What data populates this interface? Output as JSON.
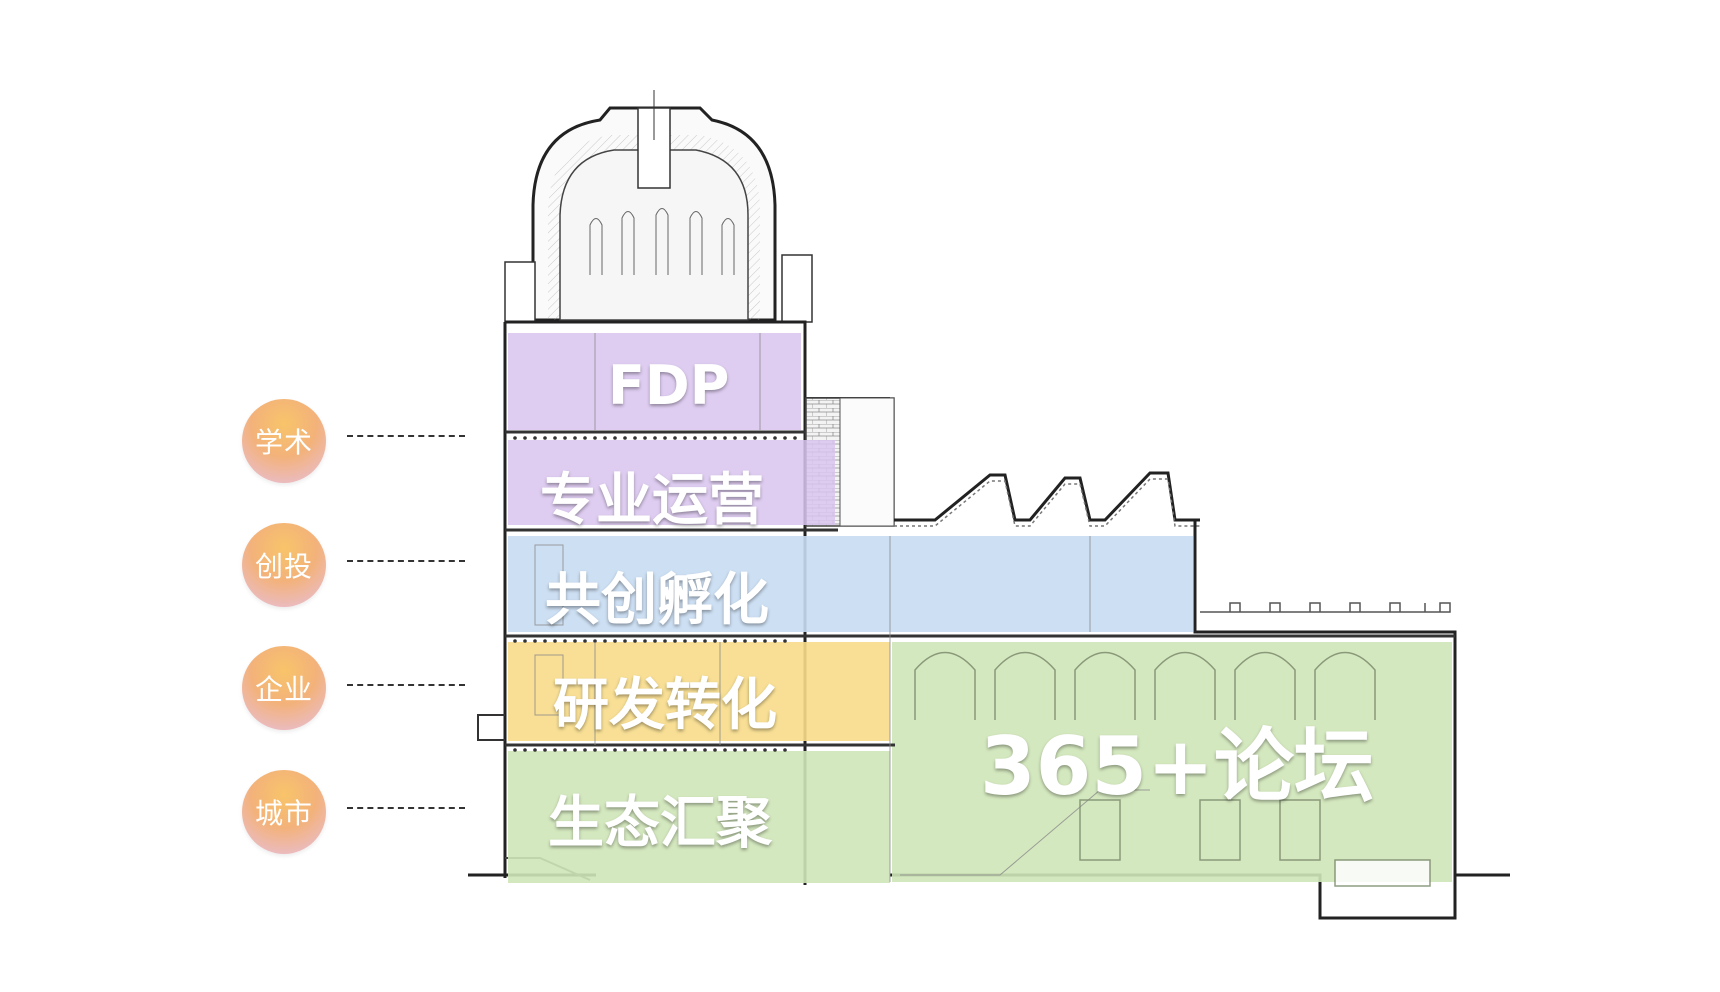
{
  "levels": [
    {
      "circle": "学术"
    },
    {
      "circle": "创投"
    },
    {
      "circle": "企业"
    },
    {
      "circle": "城市"
    }
  ],
  "bands": {
    "fdp": "FDP",
    "ops": "专业运营",
    "incubation": "共创孵化",
    "rnd": "研发转化",
    "ecosystem": "生态汇聚",
    "forum": "365+论坛"
  },
  "colors": {
    "purple": "#d9c4ee",
    "blue": "#c8dcf2",
    "yellow": "#f7dc8a",
    "green": "#cfe6b8"
  }
}
